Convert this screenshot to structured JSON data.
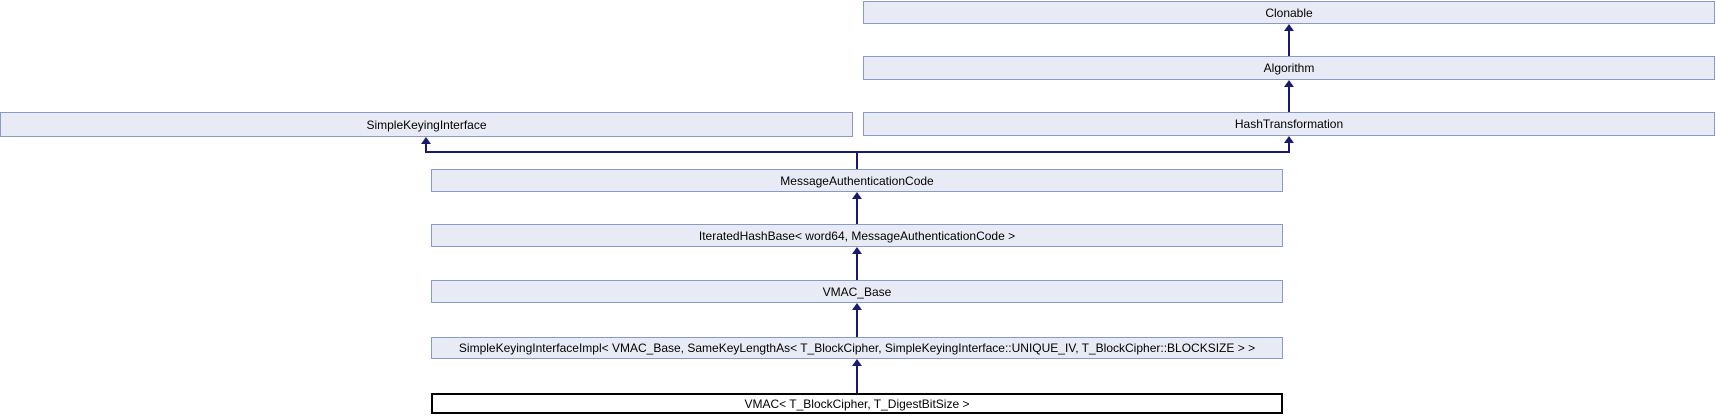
{
  "diagram": {
    "kind": "class-inheritance-graph",
    "nodes": [
      {
        "id": "clonable",
        "label": "Clonable"
      },
      {
        "id": "algorithm",
        "label": "Algorithm"
      },
      {
        "id": "simple-keying-interface",
        "label": "SimpleKeyingInterface"
      },
      {
        "id": "hash-transformation",
        "label": "HashTransformation"
      },
      {
        "id": "message-authentication-code",
        "label": "MessageAuthenticationCode"
      },
      {
        "id": "iterated-hash-base",
        "label": "IteratedHashBase< word64, MessageAuthenticationCode >"
      },
      {
        "id": "vmac-base",
        "label": "VMAC_Base"
      },
      {
        "id": "simple-keying-interface-impl",
        "label": "SimpleKeyingInterfaceImpl< VMAC_Base, SameKeyLengthAs< T_BlockCipher, SimpleKeyingInterface::UNIQUE_IV, T_BlockCipher::BLOCKSIZE > >"
      },
      {
        "id": "vmac",
        "label": "VMAC< T_BlockCipher, T_DigestBitSize >",
        "current": true
      }
    ],
    "edges": [
      {
        "from": "algorithm",
        "to": "clonable"
      },
      {
        "from": "hash-transformation",
        "to": "algorithm"
      },
      {
        "from": "message-authentication-code",
        "to": "simple-keying-interface"
      },
      {
        "from": "message-authentication-code",
        "to": "hash-transformation"
      },
      {
        "from": "iterated-hash-base",
        "to": "message-authentication-code"
      },
      {
        "from": "vmac-base",
        "to": "iterated-hash-base"
      },
      {
        "from": "simple-keying-interface-impl",
        "to": "vmac-base"
      },
      {
        "from": "vmac",
        "to": "simple-keying-interface-impl"
      }
    ],
    "colors": {
      "node_fill": "#e8ebf5",
      "node_border": "#8a9ac6",
      "arrow": "#191970",
      "current_node_border": "#000000"
    }
  }
}
